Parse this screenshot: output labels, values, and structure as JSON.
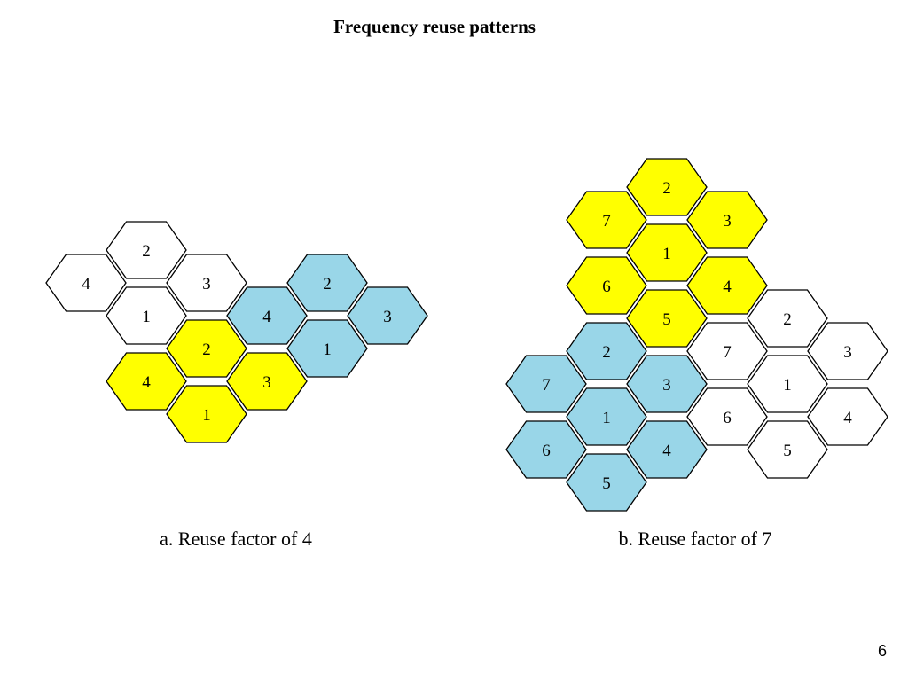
{
  "title": "Frequency reuse patterns",
  "colors": {
    "white": "#ffffff",
    "yellow": "#ffff00",
    "blue": "#99d6e8",
    "stroke": "#000000"
  },
  "diagrams": [
    {
      "id": "reuse-4",
      "caption": "a. Reuse factor of 4",
      "cells": [
        {
          "label": "4",
          "color": "white",
          "grid": [
            0,
            0
          ]
        },
        {
          "label": "2",
          "color": "white",
          "grid": [
            1,
            -1
          ]
        },
        {
          "label": "1",
          "color": "white",
          "grid": [
            1,
            1
          ]
        },
        {
          "label": "3",
          "color": "white",
          "grid": [
            2,
            0
          ]
        },
        {
          "label": "4",
          "color": "yellow",
          "grid": [
            1,
            3
          ]
        },
        {
          "label": "2",
          "color": "yellow",
          "grid": [
            2,
            2
          ]
        },
        {
          "label": "1",
          "color": "yellow",
          "grid": [
            2,
            4
          ]
        },
        {
          "label": "3",
          "color": "yellow",
          "grid": [
            3,
            3
          ]
        },
        {
          "label": "4",
          "color": "blue",
          "grid": [
            3,
            1
          ]
        },
        {
          "label": "2",
          "color": "blue",
          "grid": [
            4,
            0
          ]
        },
        {
          "label": "1",
          "color": "blue",
          "grid": [
            4,
            2
          ]
        },
        {
          "label": "3",
          "color": "blue",
          "grid": [
            5,
            1
          ]
        }
      ]
    },
    {
      "id": "reuse-7",
      "caption": "b. Reuse factor of 7",
      "cells": [
        {
          "label": "2",
          "color": "yellow",
          "grid": [
            2,
            0
          ]
        },
        {
          "label": "7",
          "color": "yellow",
          "grid": [
            1,
            1
          ]
        },
        {
          "label": "3",
          "color": "yellow",
          "grid": [
            3,
            1
          ]
        },
        {
          "label": "1",
          "color": "yellow",
          "grid": [
            2,
            2
          ]
        },
        {
          "label": "6",
          "color": "yellow",
          "grid": [
            1,
            3
          ]
        },
        {
          "label": "4",
          "color": "yellow",
          "grid": [
            3,
            3
          ]
        },
        {
          "label": "5",
          "color": "yellow",
          "grid": [
            2,
            4
          ]
        },
        {
          "label": "2",
          "color": "blue",
          "grid": [
            1,
            5
          ]
        },
        {
          "label": "7",
          "color": "blue",
          "grid": [
            0,
            6
          ]
        },
        {
          "label": "3",
          "color": "blue",
          "grid": [
            2,
            6
          ]
        },
        {
          "label": "1",
          "color": "blue",
          "grid": [
            1,
            7
          ]
        },
        {
          "label": "6",
          "color": "blue",
          "grid": [
            0,
            8
          ]
        },
        {
          "label": "4",
          "color": "blue",
          "grid": [
            2,
            8
          ]
        },
        {
          "label": "5",
          "color": "blue",
          "grid": [
            1,
            9
          ]
        },
        {
          "label": "2",
          "color": "white",
          "grid": [
            4,
            4
          ]
        },
        {
          "label": "7",
          "color": "white",
          "grid": [
            3,
            5
          ]
        },
        {
          "label": "3",
          "color": "white",
          "grid": [
            5,
            5
          ]
        },
        {
          "label": "1",
          "color": "white",
          "grid": [
            4,
            6
          ]
        },
        {
          "label": "6",
          "color": "white",
          "grid": [
            3,
            7
          ]
        },
        {
          "label": "4",
          "color": "white",
          "grid": [
            5,
            7
          ]
        },
        {
          "label": "5",
          "color": "white",
          "grid": [
            4,
            8
          ]
        }
      ]
    }
  ],
  "slide_number": "6"
}
